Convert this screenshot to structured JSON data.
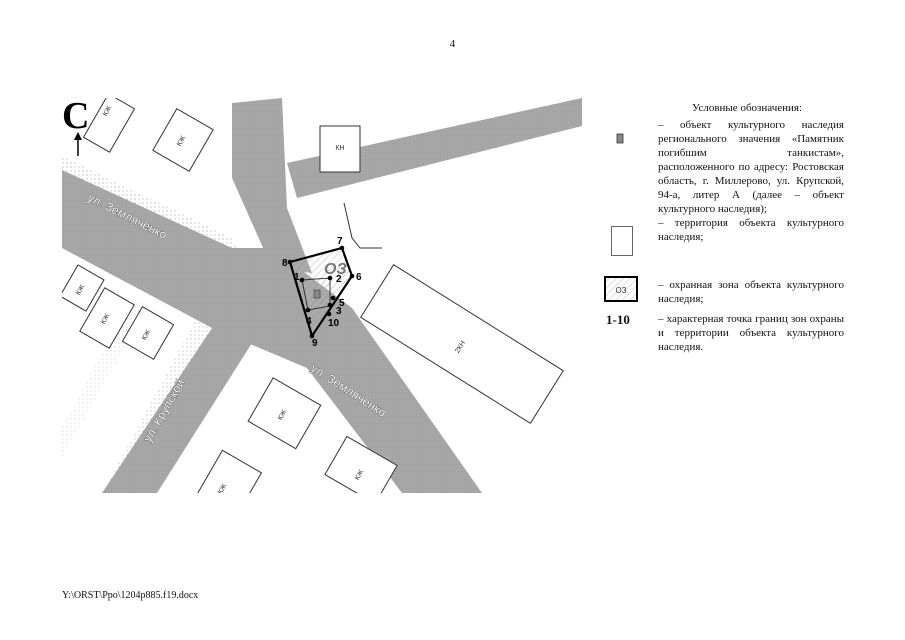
{
  "page_number": "4",
  "map": {
    "north_label": "С",
    "streets": {
      "zemlyachenko_upper": "ул. Земляченко",
      "zemlyachenko_lower": "ул. Земляченко",
      "krupskoy": "ул. Крупской"
    },
    "zone_label": "ОЗ",
    "buildings": [
      "КЖ",
      "КЖ",
      "КН",
      "КЖ",
      "КЖ",
      "КЖ",
      "2КН",
      "КЖ",
      "КЖ",
      "КЖ"
    ],
    "points": [
      "1",
      "2",
      "3",
      "4",
      "5",
      "6",
      "7",
      "8",
      "9",
      "10"
    ],
    "colors": {
      "road": "#a9a9a9",
      "zone_border": "#000000",
      "building_fill": "#ffffff"
    }
  },
  "legend": {
    "title": "Условные обозначения:",
    "item1": "– объект культурного наследия регионального значения «Памятник погибшим танкистам», расположенного по адресу: Ростовская область, г. Миллерово, ул. Крупской, 94-а, литер А (далее – объект культурного наследия);",
    "item2": "– территория объекта культурного наследия;",
    "item3_symbol": "ОЗ",
    "item3": "– охранная зона объекта культурного наследия;",
    "item4_symbol": "1-10",
    "item4": "– характерная точка границ зон охраны и территории объекта культурного наследия."
  },
  "footer": "Y:\\ORST\\Ppo\\1204p885.f19.docx"
}
